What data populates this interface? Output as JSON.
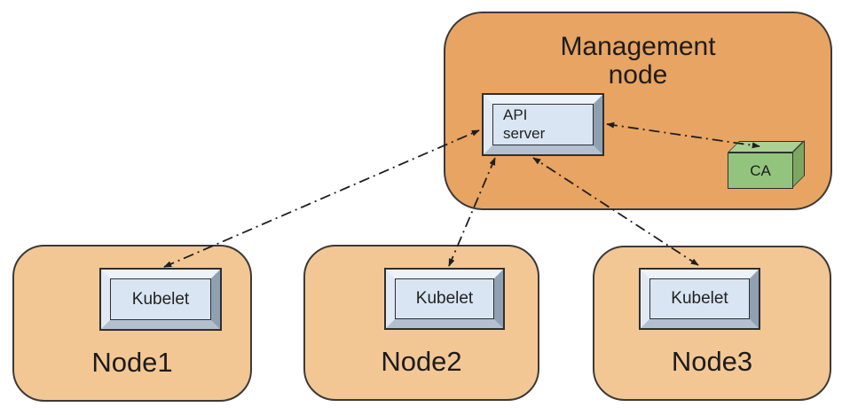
{
  "diagram": {
    "management_node": {
      "title": "Management node",
      "components": {
        "api_server": "API server",
        "ca": "CA"
      }
    },
    "nodes": [
      {
        "label": "Node1",
        "component": "Kubelet"
      },
      {
        "label": "Node2",
        "component": "Kubelet"
      },
      {
        "label": "Node3",
        "component": "Kubelet"
      }
    ],
    "connections": [
      {
        "from": "Kubelet (Node1)",
        "to": "API server",
        "style": "dash-dot",
        "bidirectional": true
      },
      {
        "from": "Kubelet (Node2)",
        "to": "API server",
        "style": "dash-dot",
        "bidirectional": true
      },
      {
        "from": "Kubelet (Node3)",
        "to": "API server",
        "style": "dash-dot",
        "bidirectional": true
      },
      {
        "from": "API server",
        "to": "CA",
        "style": "dash-dot",
        "bidirectional": true
      }
    ],
    "colors": {
      "management_fill": "#e8a462",
      "worker_fill": "#f3c794",
      "box_face": "#d9e5f3",
      "ca_front": "#93c47d",
      "ca_top": "#abd091",
      "ca_side": "#7ca761",
      "outline": "#2f2f2f",
      "arrow": "#1f1f1f",
      "background": "#ffffff"
    }
  }
}
